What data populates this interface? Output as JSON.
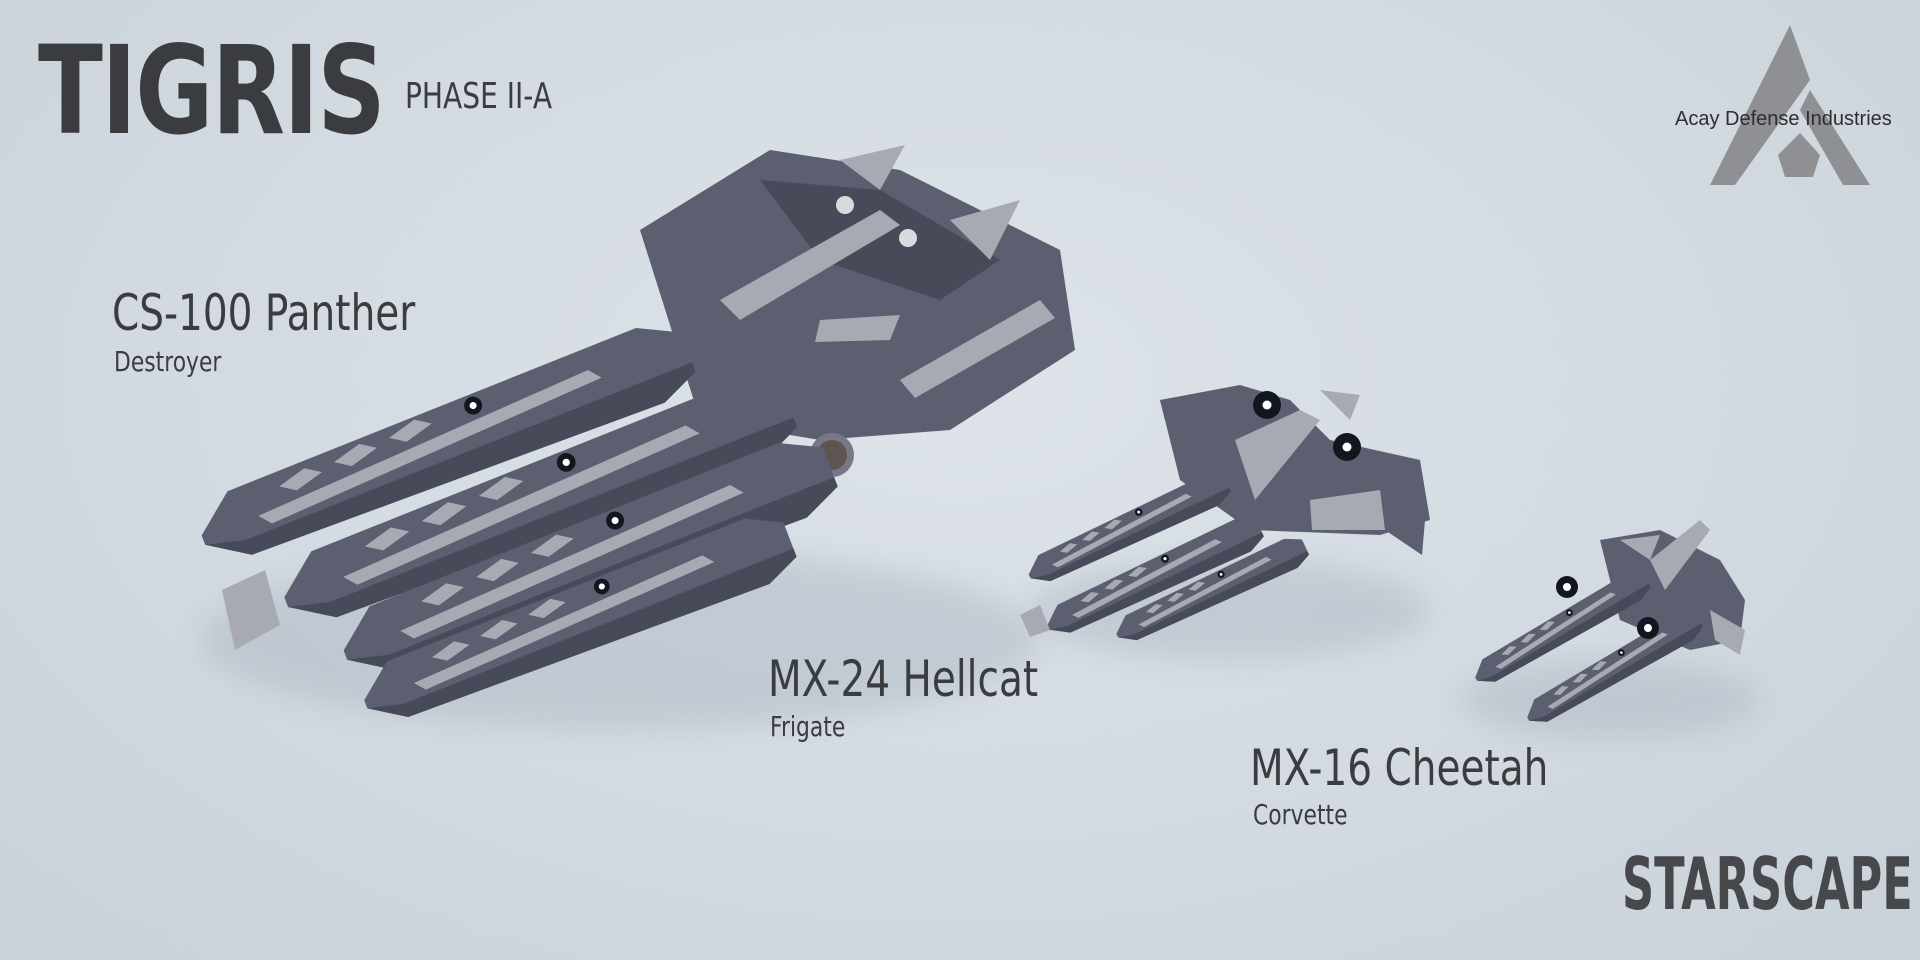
{
  "header": {
    "title": "TIGRIS",
    "subtitle": "PHASE II-A"
  },
  "logo": {
    "text": "Acay Defense Industries",
    "color": "#8e9094"
  },
  "ships": [
    {
      "name": "CS-100 Panther",
      "class": "Destroyer"
    },
    {
      "name": "MX-24 Hellcat",
      "class": "Frigate"
    },
    {
      "name": "MX-16 Cheetah",
      "class": "Corvette"
    }
  ],
  "brand": "STARSCAPE",
  "colors": {
    "background": "#d3dae1",
    "hull": "#5b5f70",
    "hull_dark": "#474b59",
    "panel": "#a8aab3",
    "window": "#12171f",
    "text": "#3b3c3f"
  }
}
